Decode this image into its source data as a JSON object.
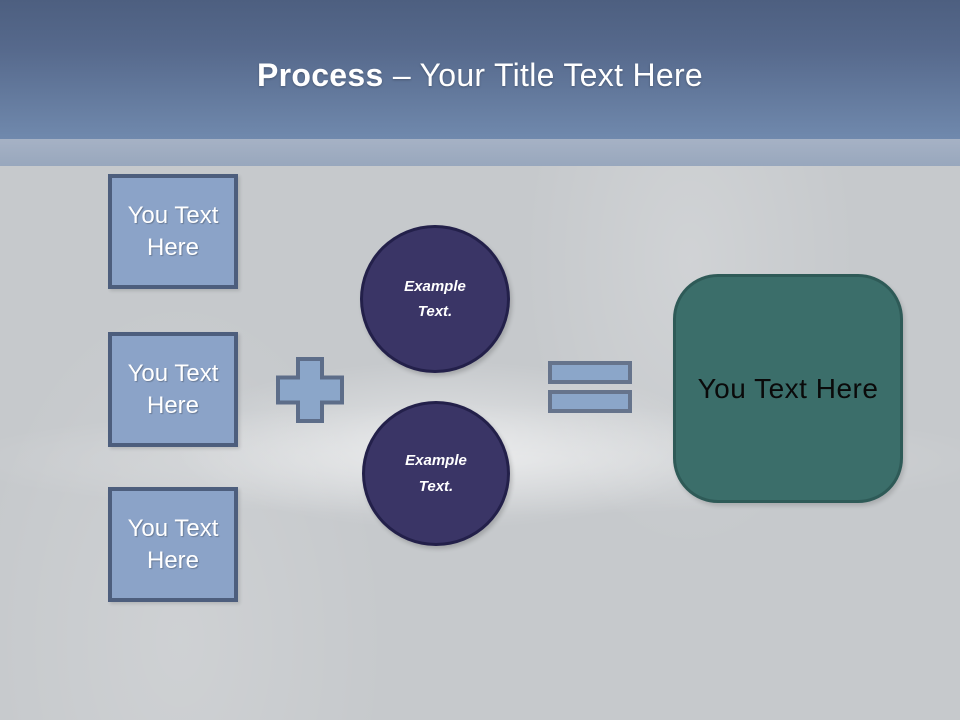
{
  "title": {
    "bold": "Process",
    "rest": "– Your Title Text Here"
  },
  "left_boxes": [
    {
      "label": "You Text Here"
    },
    {
      "label": "You Text Here"
    },
    {
      "label": "You Text Here"
    }
  ],
  "circles": [
    {
      "label": "Example Text."
    },
    {
      "label": "Example Text."
    }
  ],
  "result_box": {
    "label": "You Text Here"
  },
  "icons": {
    "plus": "plus-icon",
    "equals": "equals-icon"
  },
  "colors": {
    "header_top": "#4d5f80",
    "header_bottom": "#7089ad",
    "header_band": "#9fadc2",
    "body_background": "#c6c9cc",
    "input_box_fill": "#8ba3c8",
    "input_box_border": "#4d5e7d",
    "circle_fill": "#3a3566",
    "circle_border": "#23204a",
    "operator_fill": "#8ba6c9",
    "operator_border": "#66748c",
    "result_fill": "#3b6e6a",
    "result_border": "#2e5a57",
    "title_text": "#ffffff",
    "box_text": "#ffffff",
    "result_text": "#0a0a0a"
  }
}
